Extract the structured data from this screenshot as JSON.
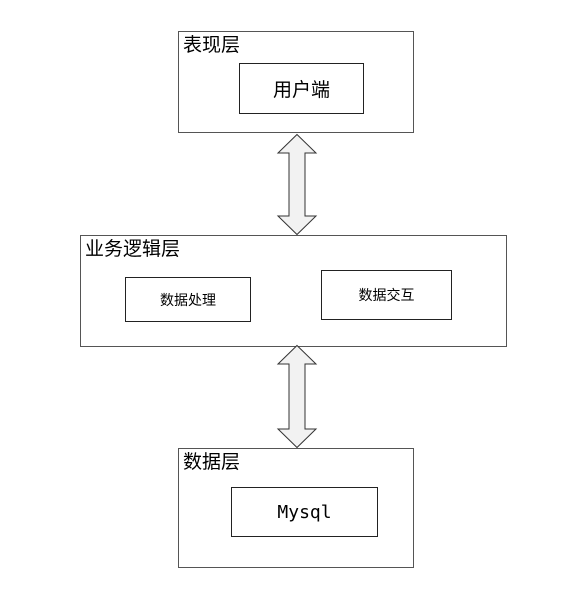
{
  "presentation_layer": {
    "title": "表现层",
    "client_label": "用户端"
  },
  "business_layer": {
    "title": "业务逻辑层",
    "processing_label": "数据处理",
    "interaction_label": "数据交互"
  },
  "data_layer": {
    "title": "数据层",
    "db_label": "Mysql"
  }
}
